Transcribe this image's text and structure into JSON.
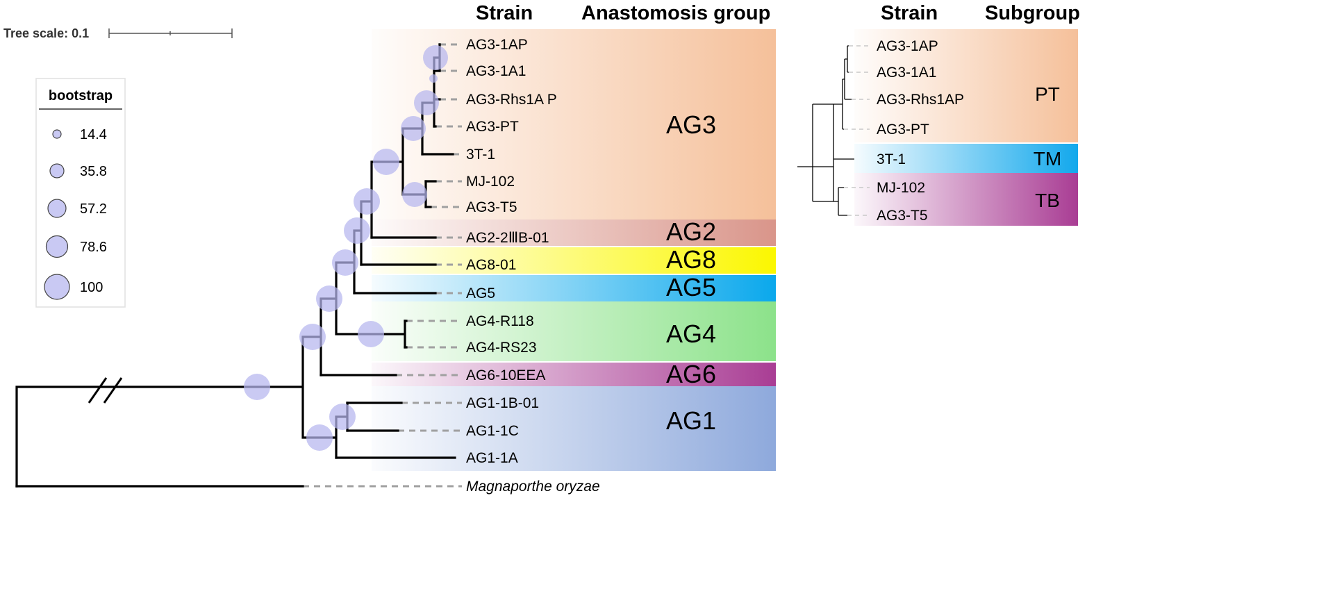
{
  "headers": {
    "main_strain": "Strain",
    "main_group": "Anastomosis group",
    "inset_strain": "Strain",
    "inset_group": "Subgroup"
  },
  "tree_scale": {
    "label": "Tree scale: 0.1"
  },
  "legend": {
    "title": "bootstrap",
    "items": [
      "14.4",
      "35.8",
      "57.2",
      "78.6",
      "100"
    ]
  },
  "leaves": [
    {
      "label": "AG3-1AP",
      "italic": false
    },
    {
      "label": "AG3-1A1",
      "italic": false
    },
    {
      "label": "AG3-Rhs1A P",
      "italic": false
    },
    {
      "label": "AG3-PT",
      "italic": false
    },
    {
      "label": "3T-1",
      "italic": false
    },
    {
      "label": "MJ-102",
      "italic": false
    },
    {
      "label": "AG3-T5",
      "italic": false
    },
    {
      "label": "AG2-2ⅢB-01",
      "italic": false
    },
    {
      "label": "AG8-01",
      "italic": false
    },
    {
      "label": "AG5",
      "italic": false
    },
    {
      "label": "AG4-R118",
      "italic": false
    },
    {
      "label": "AG4-RS23",
      "italic": false
    },
    {
      "label": "AG6-10EEA",
      "italic": false
    },
    {
      "label": "AG1-1B-01",
      "italic": false
    },
    {
      "label": "AG1-1C",
      "italic": false
    },
    {
      "label": "AG1-1A",
      "italic": false
    },
    {
      "label": "Magnaporthe oryzae",
      "italic": true
    }
  ],
  "groups": [
    {
      "label": "AG3",
      "color": "#f5c09a"
    },
    {
      "label": "AG2",
      "color": "#d9958a"
    },
    {
      "label": "AG8",
      "color": "#fbf700"
    },
    {
      "label": "AG5",
      "color": "#0aa8ec"
    },
    {
      "label": "AG4",
      "color": "#8ce28a"
    },
    {
      "label": "AG6",
      "color": "#a93d94"
    },
    {
      "label": "AG1",
      "color": "#8ea9dc"
    }
  ],
  "inset": {
    "leaves": [
      "AG3-1AP",
      "AG3-1A1",
      "AG3-Rhs1AP",
      "AG3-PT",
      "3T-1",
      "MJ-102",
      "AG3-T5"
    ],
    "subgroups": [
      {
        "label": "PT",
        "color": "#f5c09a"
      },
      {
        "label": "TM",
        "color": "#12a8ec"
      },
      {
        "label": "TB",
        "color": "#a93d94"
      }
    ]
  }
}
